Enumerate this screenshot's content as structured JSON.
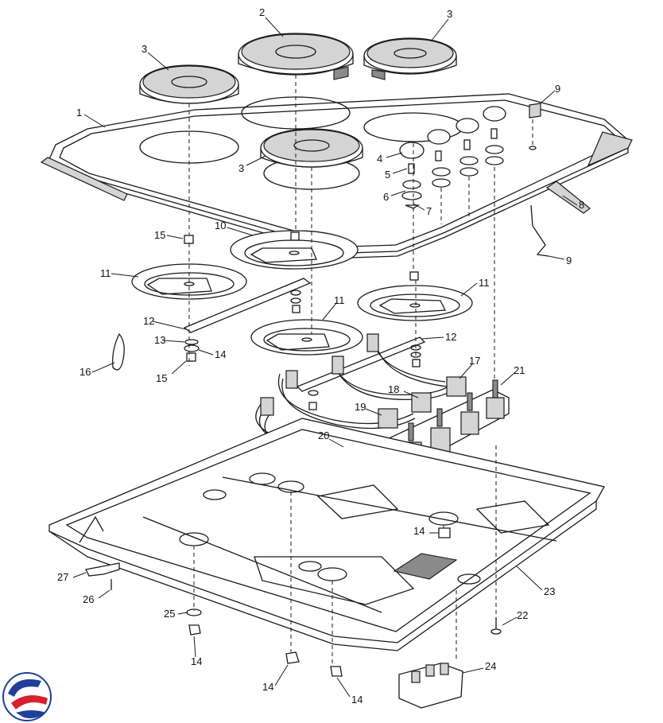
{
  "diagram": {
    "callouts": [
      {
        "id": "c1",
        "label": "1"
      },
      {
        "id": "c2",
        "label": "2"
      },
      {
        "id": "c3a",
        "label": "3"
      },
      {
        "id": "c3b",
        "label": "3"
      },
      {
        "id": "c3c",
        "label": "3"
      },
      {
        "id": "c4",
        "label": "4"
      },
      {
        "id": "c5",
        "label": "5"
      },
      {
        "id": "c6",
        "label": "6"
      },
      {
        "id": "c7",
        "label": "7"
      },
      {
        "id": "c8",
        "label": "8"
      },
      {
        "id": "c9a",
        "label": "9"
      },
      {
        "id": "c9b",
        "label": "9"
      },
      {
        "id": "c10",
        "label": "10"
      },
      {
        "id": "c11a",
        "label": "11"
      },
      {
        "id": "c11b",
        "label": "11"
      },
      {
        "id": "c11c",
        "label": "11"
      },
      {
        "id": "c12a",
        "label": "12"
      },
      {
        "id": "c12b",
        "label": "12"
      },
      {
        "id": "c13",
        "label": "13"
      },
      {
        "id": "c14a",
        "label": "14"
      },
      {
        "id": "c14b",
        "label": "14"
      },
      {
        "id": "c14c",
        "label": "14"
      },
      {
        "id": "c14d",
        "label": "14"
      },
      {
        "id": "c14e",
        "label": "14"
      },
      {
        "id": "c15a",
        "label": "15"
      },
      {
        "id": "c15b",
        "label": "15"
      },
      {
        "id": "c16",
        "label": "16"
      },
      {
        "id": "c17",
        "label": "17"
      },
      {
        "id": "c18",
        "label": "18"
      },
      {
        "id": "c19",
        "label": "19"
      },
      {
        "id": "c20",
        "label": "20"
      },
      {
        "id": "c21",
        "label": "21"
      },
      {
        "id": "c22",
        "label": "22"
      },
      {
        "id": "c23",
        "label": "23"
      },
      {
        "id": "c24",
        "label": "24"
      },
      {
        "id": "c25",
        "label": "25"
      },
      {
        "id": "c26",
        "label": "26"
      },
      {
        "id": "c27",
        "label": "27"
      }
    ],
    "colors": {
      "logo_red": "#d8202f",
      "logo_blue": "#1f3f98",
      "hatch": "#d4d4d4",
      "line": "#1a1a1a"
    },
    "icons": {
      "logo": "brand-logo-icon"
    }
  }
}
